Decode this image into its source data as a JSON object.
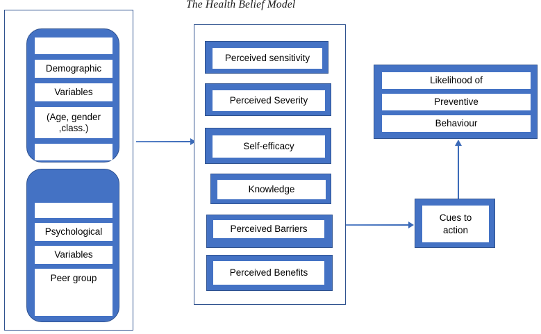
{
  "title": "The Health Belief Model",
  "colors": {
    "fill_blue": "#4472C4",
    "border_blue": "#2F528F",
    "connector_blue": "#3B6AB8",
    "white": "#FFFFFF",
    "text": "#000000"
  },
  "left_column": {
    "container_name": "individual-perceptions-container",
    "groups": [
      {
        "name": "demographic-variables-group",
        "bars": [
          {
            "label": ""
          },
          {
            "label": "Demographic"
          },
          {
            "label": "Variables"
          },
          {
            "label": "(Age, gender\n,class.)"
          },
          {
            "label": ""
          }
        ]
      },
      {
        "name": "psychological-variables-group",
        "bars": [
          {
            "label": ""
          },
          {
            "label": "Psychological"
          },
          {
            "label": "Variables"
          },
          {
            "label": "Peer group"
          }
        ]
      }
    ]
  },
  "middle_column": {
    "container_name": "beliefs-container",
    "items": [
      {
        "label": "Perceived sensitivity"
      },
      {
        "label": "Perceived Severity"
      },
      {
        "label": "Self-efficacy"
      },
      {
        "label": "Knowledge"
      },
      {
        "label": "Perceived Barriers"
      },
      {
        "label": "Perceived Benefits"
      }
    ]
  },
  "right_column": {
    "outcome": {
      "name": "likelihood-of-preventive-behaviour-box",
      "lines": [
        {
          "label": "Likelihood of"
        },
        {
          "label": "Preventive"
        },
        {
          "label": "Behaviour"
        }
      ]
    },
    "cues": {
      "name": "cues-to-action-box",
      "label": "Cues to\naction"
    }
  },
  "connectors": [
    {
      "name": "arrow-left-to-middle",
      "type": "horizontal-arrow"
    },
    {
      "name": "arrow-barriers-to-cues",
      "type": "horizontal-arrow"
    },
    {
      "name": "arrow-cues-to-likelihood",
      "type": "vertical-arrow"
    }
  ]
}
